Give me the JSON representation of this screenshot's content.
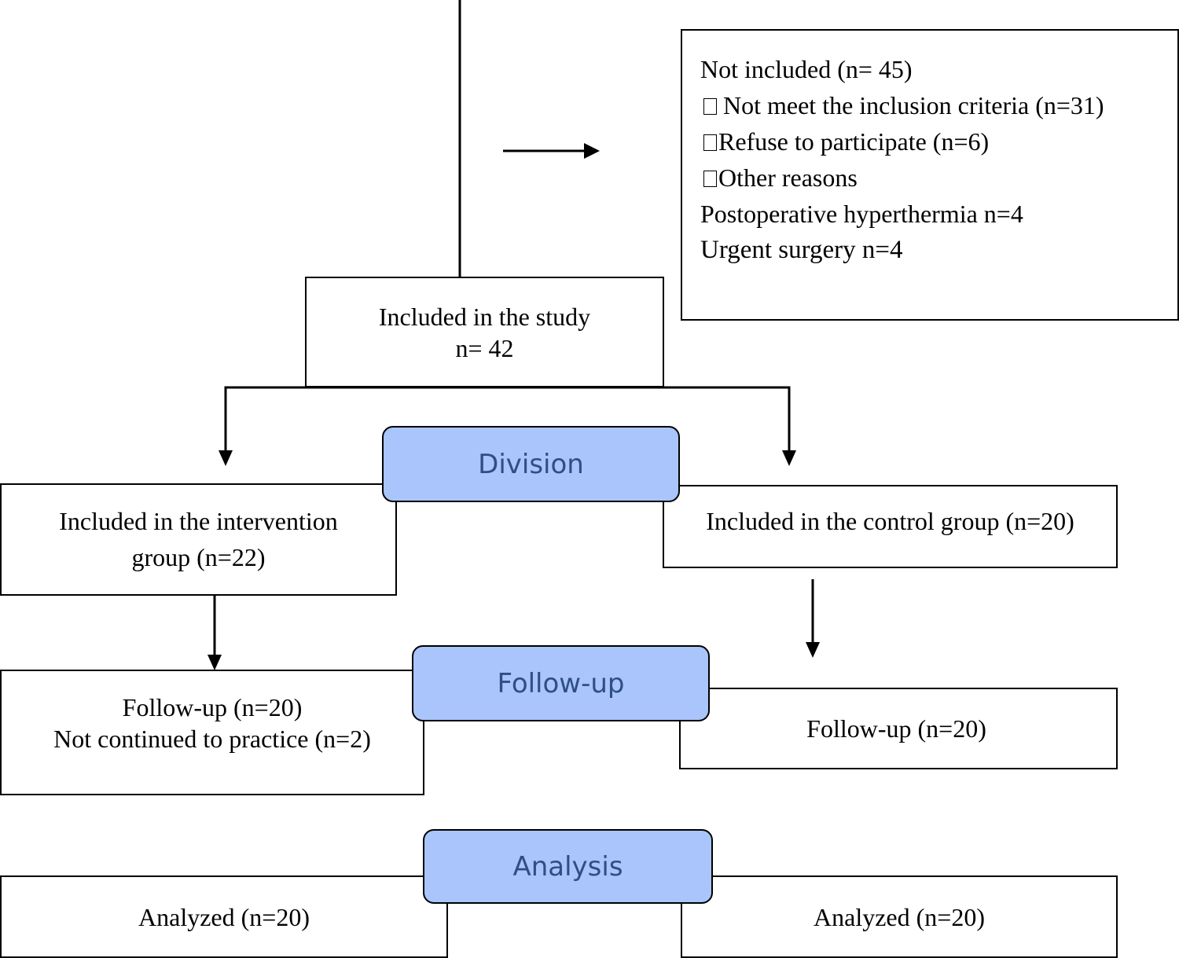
{
  "excluded": {
    "title": "Not included (n= 45)",
    "reasons": [
      "Not meet the inclusion criteria (n=31)",
      "Refuse to participate (n=6)",
      "Other reasons"
    ],
    "other_details": [
      "Postoperative hyperthermia n=4",
      "Urgent surgery n=4"
    ]
  },
  "included": {
    "line1": "Included in the study",
    "line2": "n= 42"
  },
  "phases": {
    "division": "Division",
    "followup": "Follow-up",
    "analysis": "Analysis"
  },
  "intervention": {
    "allocation_line1": "Included in the intervention",
    "allocation_line2": "group (n=22)",
    "followup_line1": "Follow-up (n=20)",
    "followup_line2": "Not continued to practice (n=2)",
    "analysis": "Analyzed (n=20)"
  },
  "control": {
    "allocation": "Included in the control group (n=20)",
    "followup": "Follow-up (n=20)",
    "analysis": "Analyzed (n=20)"
  }
}
